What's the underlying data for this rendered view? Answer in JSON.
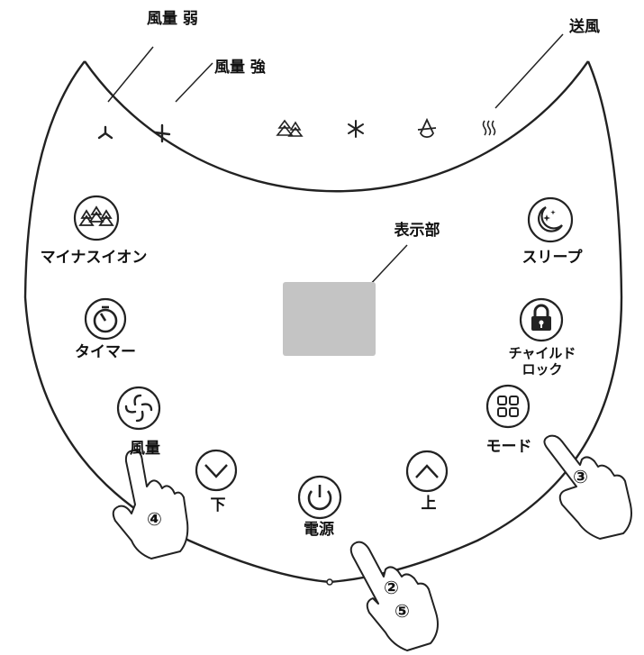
{
  "indicators": {
    "fan_low_label": "風量 弱",
    "fan_high_label": "風量 強",
    "wind_label": "送風"
  },
  "display_label": "表示部",
  "buttons": {
    "ion": "マイナスイオン",
    "timer": "タイマー",
    "fan": "風量",
    "down": "下",
    "power": "電源",
    "up": "上",
    "mode": "モード",
    "child_lock_1": "チャイルド",
    "child_lock_2": "ロック",
    "sleep": "スリープ"
  },
  "step_markers": {
    "power_a": "②",
    "power_b": "⑤",
    "mode": "③",
    "fan": "④"
  }
}
